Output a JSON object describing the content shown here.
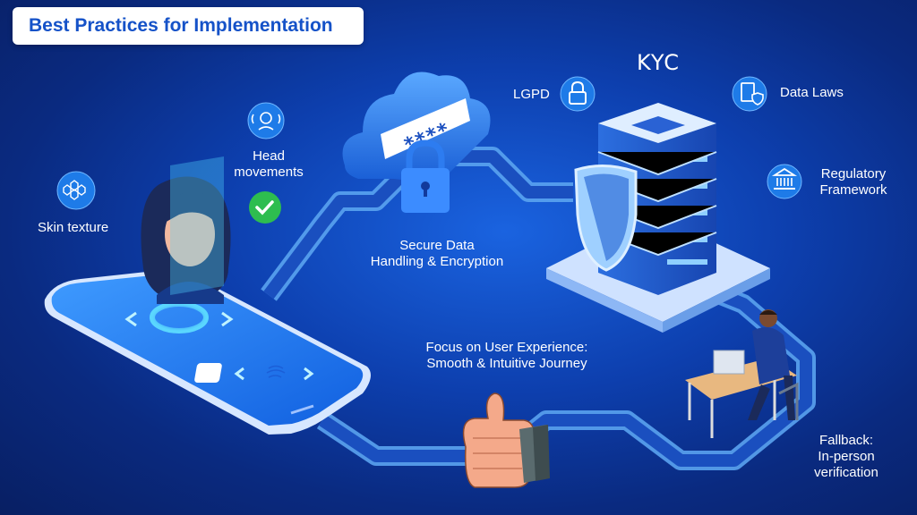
{
  "header": {
    "title": "Best Practices for Implementation"
  },
  "center": {
    "label": "KYC"
  },
  "labels": {
    "skin_texture": "Skin texture",
    "head_movements_line1": "Head",
    "head_movements_line2": "movements",
    "secure_line1": "Secure Data",
    "secure_line2": "Handling & Encryption",
    "lgpd": "LGPD",
    "data_laws": "Data Laws",
    "regulatory_line1": "Regulatory",
    "regulatory_line2": "Framework",
    "ux_line1": "Focus on User Experience:",
    "ux_line2": "Smooth & Intuitive Journey",
    "fallback_line1": "Fallback:",
    "fallback_line2": "In-person",
    "fallback_line3": "verification"
  },
  "password_mask": "****",
  "icons": [
    "hexagon-grid-icon",
    "face-scan-icon",
    "checkmark-icon",
    "lock-icon",
    "document-shield-icon",
    "bank-building-icon",
    "cloud-icon",
    "padlock-icon",
    "shield-icon",
    "server-icon",
    "fingerprint-icon",
    "thumbs-up-icon",
    "person-at-desk-icon"
  ],
  "colors": {
    "background": "#0d3fae",
    "title_text": "#1552c8",
    "check_green": "#2ebd4f",
    "icon_circle": "#1e7be8"
  }
}
